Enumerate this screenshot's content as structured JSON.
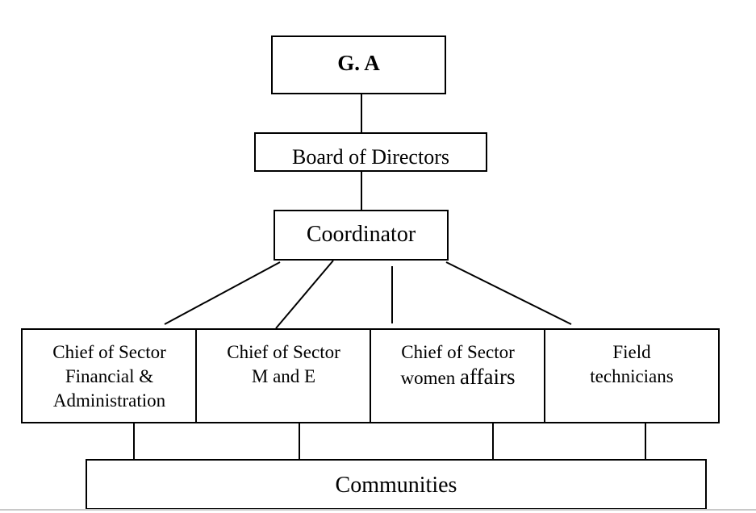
{
  "nodes": {
    "ga": "G. A",
    "board": "Board of Directors",
    "coordinator": "Coordinator",
    "chief_finance": [
      "Chief of Sector",
      "Financial &",
      "Administration"
    ],
    "chief_me": [
      "Chief of Sector",
      "M and E"
    ],
    "chief_women": [
      "Chief of Sector",
      "women",
      "affairs"
    ],
    "field": [
      "Field",
      "technicians"
    ],
    "communities": "Communities"
  },
  "edges": [
    [
      "ga",
      "board"
    ],
    [
      "board",
      "coordinator"
    ],
    [
      "coordinator",
      "chief_finance"
    ],
    [
      "coordinator",
      "chief_me"
    ],
    [
      "coordinator",
      "chief_women"
    ],
    [
      "coordinator",
      "field"
    ],
    [
      "chief_finance",
      "communities"
    ],
    [
      "chief_me",
      "communities"
    ],
    [
      "chief_women",
      "communities"
    ],
    [
      "field",
      "communities"
    ]
  ]
}
